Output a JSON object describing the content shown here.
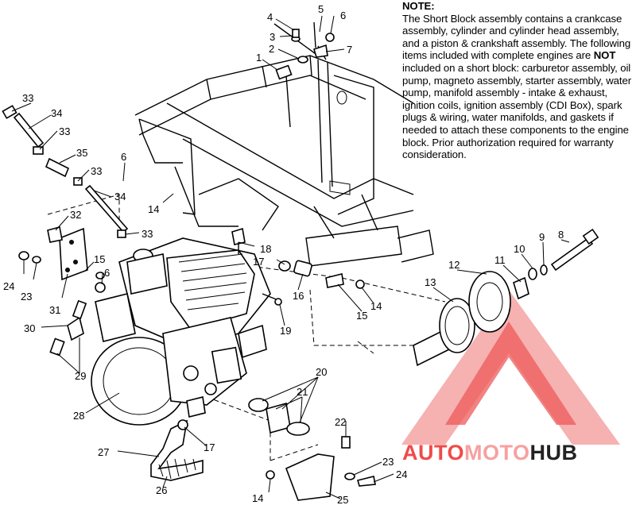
{
  "note": {
    "title": "NOTE:",
    "text_before": "The Short Block assembly contains a crankcase assembly, cylinder and cylinder head assembly, and a piston & crankshaft assembly.  The following items included with complete engines are ",
    "emphasis": "NOT",
    "text_after": " included on a short block:  carburetor assembly, oil pump, magneto assembly, starter assembly, water pump, manifold assembly - intake & exhaust, ignition coils, ignition assembly (CDI Box), spark plugs & wiring, water manifolds, and gaskets if needed to attach these components to the engine block.  Prior authorization required for warranty consideration."
  },
  "watermark": {
    "part1": "AUTO",
    "part2": "MOTO",
    "part3": "HUB",
    "color1": "#f04a4a",
    "color2": "#f7a0a0",
    "color3": "#222222"
  },
  "callouts": {
    "c1": "1",
    "c2": "2",
    "c3": "3",
    "c4": "4",
    "c5": "5",
    "c6a": "6",
    "c7": "7",
    "c33a": "33",
    "c34a": "34",
    "c33b": "33",
    "c35": "35",
    "c33c": "33",
    "c34b": "34",
    "c33d": "33",
    "c6b": "6",
    "c14a": "14",
    "c32": "32",
    "c24a": "24",
    "c23a": "23",
    "c15a": "15",
    "c6c": "6",
    "c31": "31",
    "c30": "30",
    "c29": "29",
    "c18": "18",
    "c17a": "17",
    "c16": "16",
    "c19": "19",
    "c14b": "14",
    "c15b": "15",
    "c8": "8",
    "c9": "9",
    "c10": "10",
    "c11": "11",
    "c12": "12",
    "c13": "13",
    "c20": "20",
    "c21": "21",
    "c22": "22",
    "c28": "28",
    "c17b": "17",
    "c27": "27",
    "c26": "26",
    "c23b": "23",
    "c24b": "24",
    "c14c": "14",
    "c25": "25"
  }
}
